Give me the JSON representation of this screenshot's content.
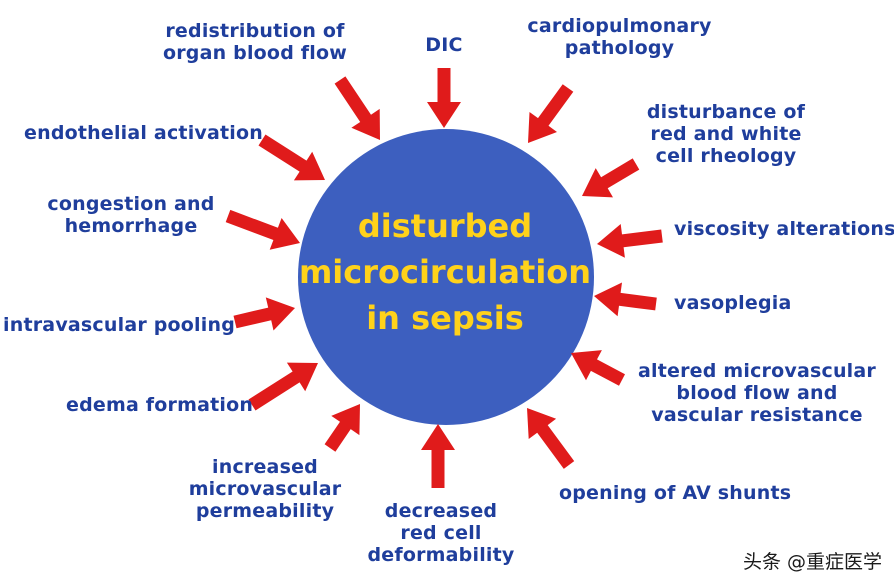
{
  "center": {
    "line1": "disturbed",
    "line2": "microcirculation",
    "line3": "in sepsis"
  },
  "labels": {
    "redistribution": [
      "redistribution of",
      "organ blood flow"
    ],
    "dic": [
      "DIC"
    ],
    "cardiopulmonary": [
      "cardiopulmonary",
      "pathology"
    ],
    "endothelial": [
      "endothelial activation"
    ],
    "rheology": [
      "disturbance of",
      "red and white",
      "cell rheology"
    ],
    "congestion": [
      "congestion and",
      "hemorrhage"
    ],
    "viscosity": [
      "viscosity alterations"
    ],
    "vasoplegia": [
      "vasoplegia"
    ],
    "pooling": [
      "intravascular pooling"
    ],
    "altered": [
      "altered microvascular",
      "blood flow and",
      "vascular resistance"
    ],
    "edema": [
      "edema formation"
    ],
    "shunts": [
      "opening of AV shunts"
    ],
    "permeability": [
      "increased",
      "microvascular",
      "permeability"
    ],
    "deformability": [
      "decreased",
      "red cell",
      "deformability"
    ]
  },
  "watermark": "头条 @重症医学",
  "colors": {
    "circle": "#3d5fbf",
    "arrow": "#e01b1b",
    "label": "#1f3e9c",
    "title": "#ffd21a"
  }
}
